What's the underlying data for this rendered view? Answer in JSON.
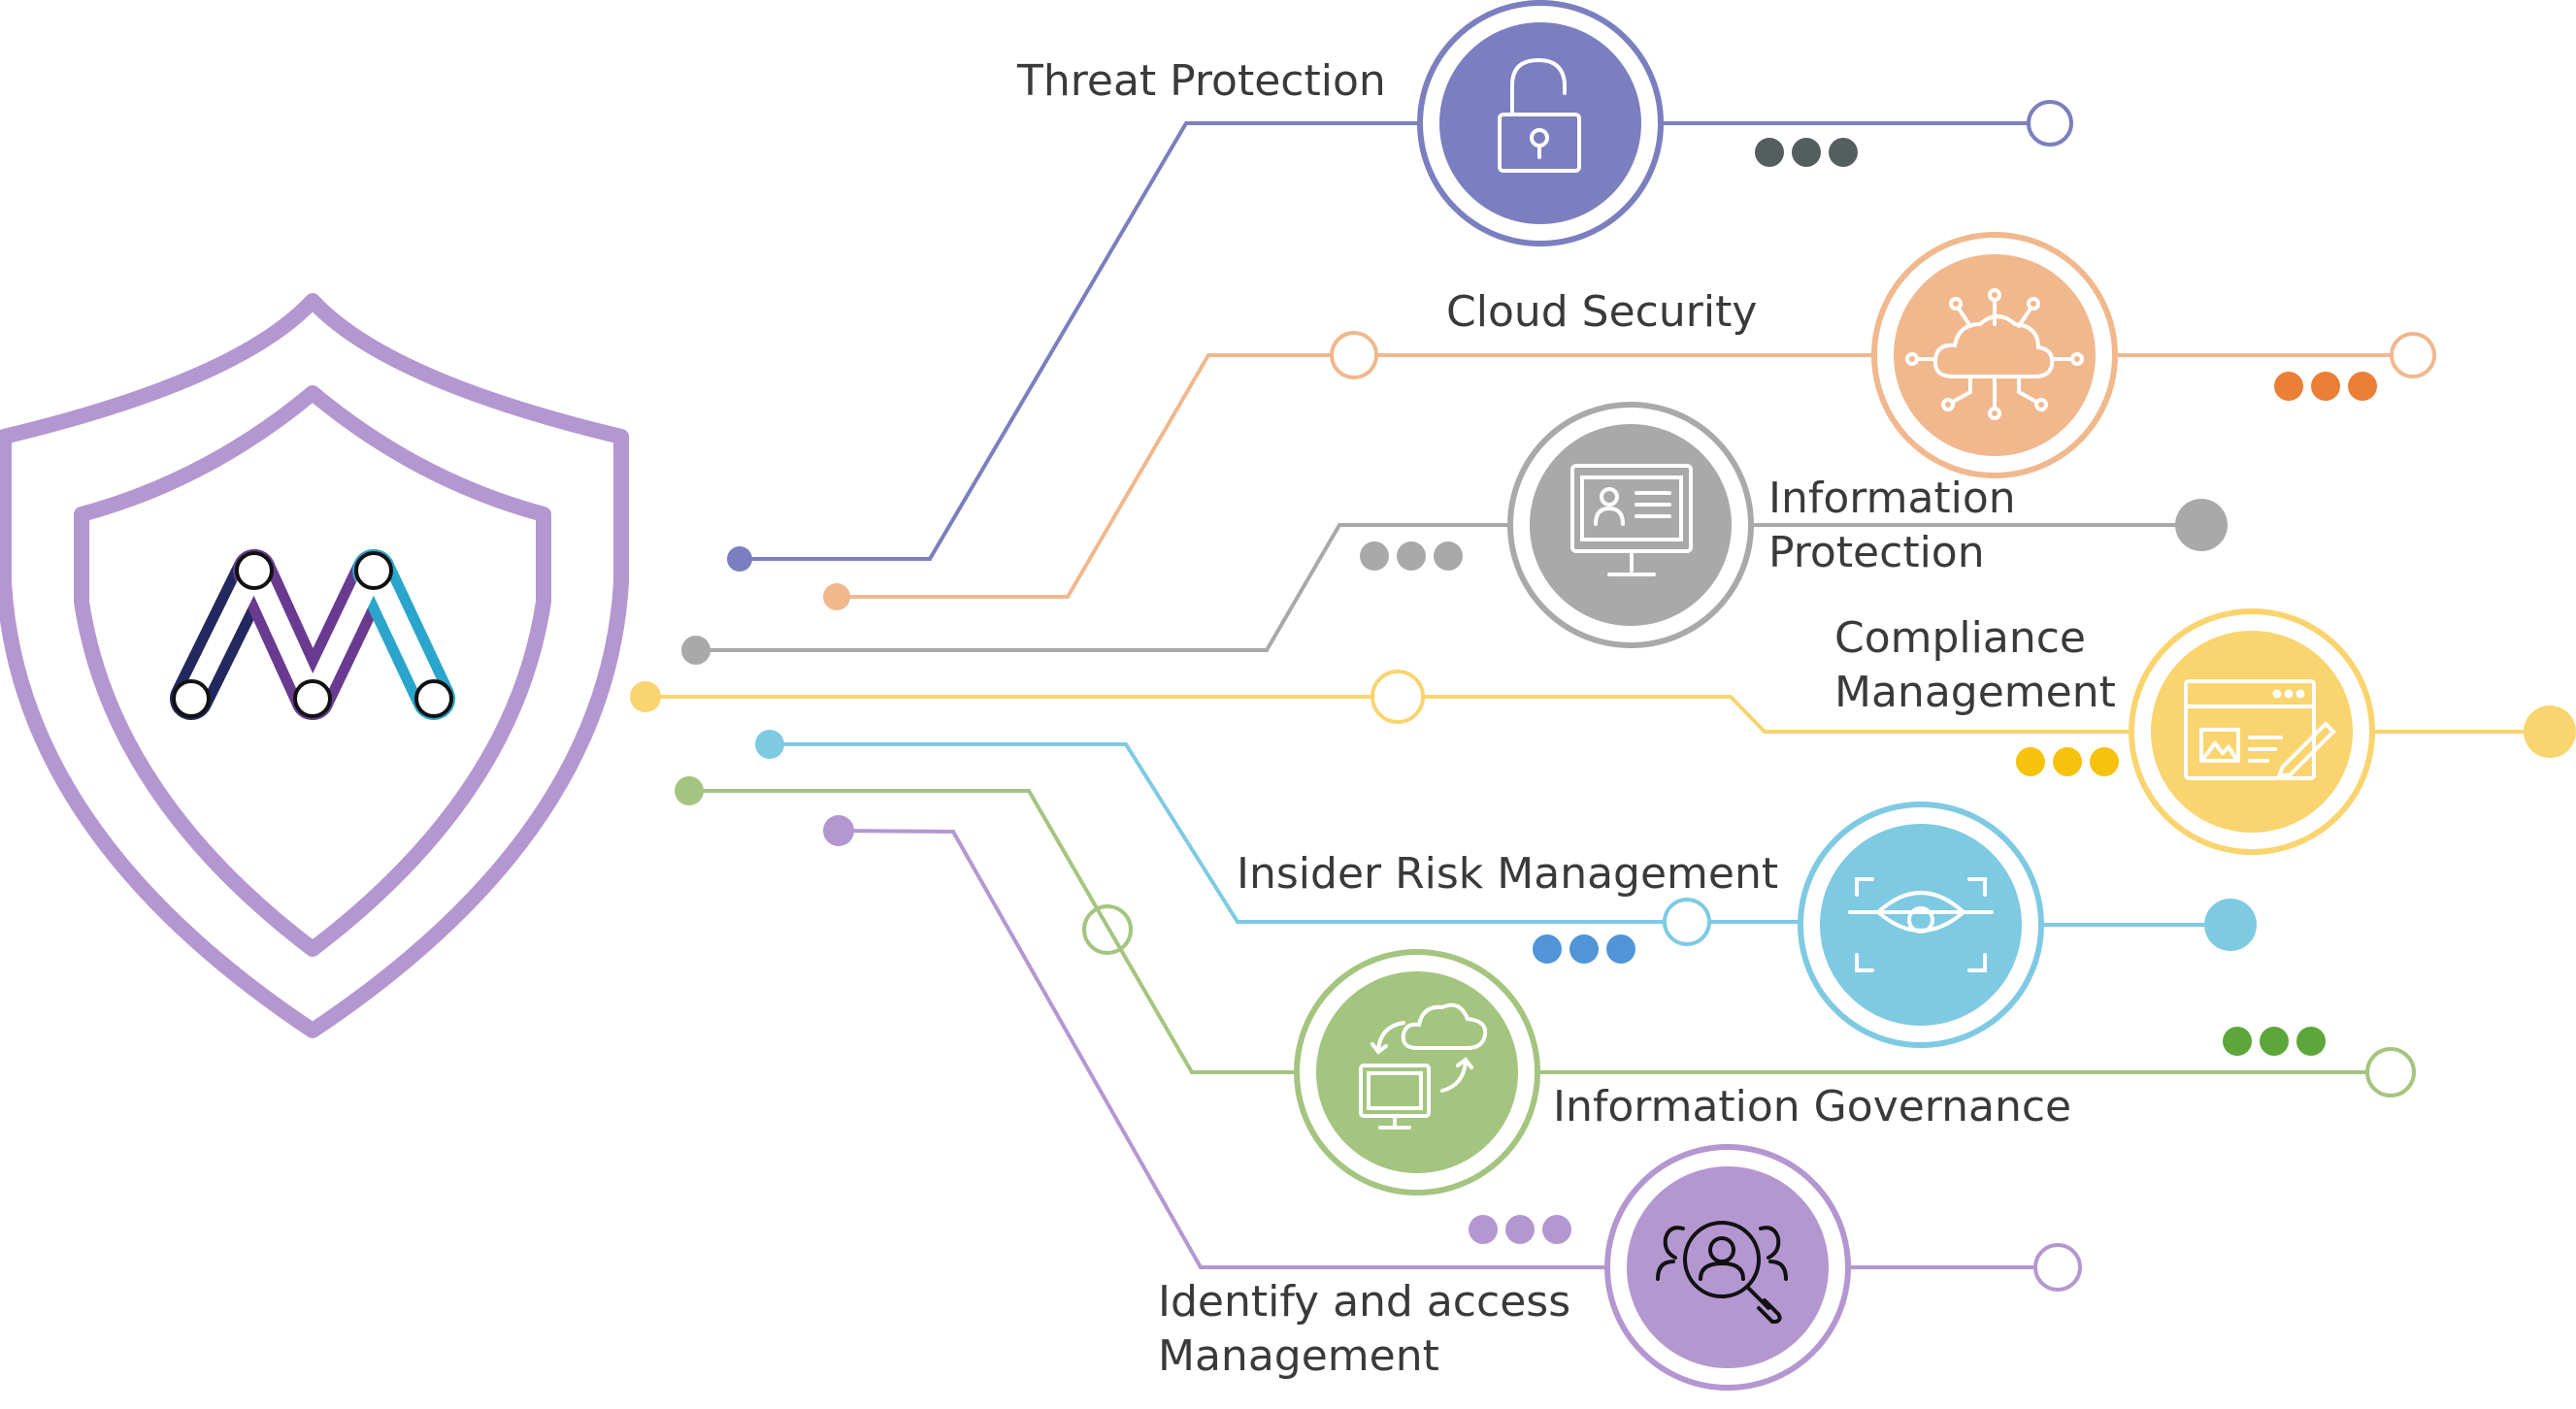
{
  "colors": {
    "shield": "#B497D1",
    "logo_navy": "#23285F",
    "logo_purple": "#6A3A91",
    "logo_teal": "#2AA6CC",
    "text": "#3a3a3a"
  },
  "labels": {
    "threat": "Threat Protection",
    "cloud": "Cloud Security",
    "info_protection_1": "Information",
    "info_protection_2": "Protection",
    "compliance_1": "Compliance",
    "compliance_2": "Management",
    "insider": "Insider Risk Management",
    "governance": "Information Governance",
    "identity_1": "Identify and access",
    "identity_2": "Management"
  },
  "branches": [
    {
      "key": "threat",
      "color": "#7B7FBF",
      "icon": "padlock-open-icon"
    },
    {
      "key": "cloud",
      "color": "#F1B88D",
      "icon": "cloud-network-icon"
    },
    {
      "key": "info_protection",
      "color": "#A9A9A9",
      "icon": "monitor-id-card-icon"
    },
    {
      "key": "compliance",
      "color": "#FAD46E",
      "icon": "browser-edit-icon"
    },
    {
      "key": "insider",
      "color": "#7FCAE3",
      "icon": "eye-scan-icon"
    },
    {
      "key": "governance",
      "color": "#A4C57F",
      "icon": "cloud-sync-monitor-icon"
    },
    {
      "key": "identity",
      "color": "#B497D1",
      "icon": "people-search-icon"
    }
  ],
  "dot_colors": {
    "threat": "#555E5E",
    "cloud": "#EB7F36",
    "info_protection": "#A9A9A9",
    "compliance": "#F6C20C",
    "insider": "#4F95D8",
    "governance": "#5DA63A",
    "identity": "#B497D1"
  }
}
